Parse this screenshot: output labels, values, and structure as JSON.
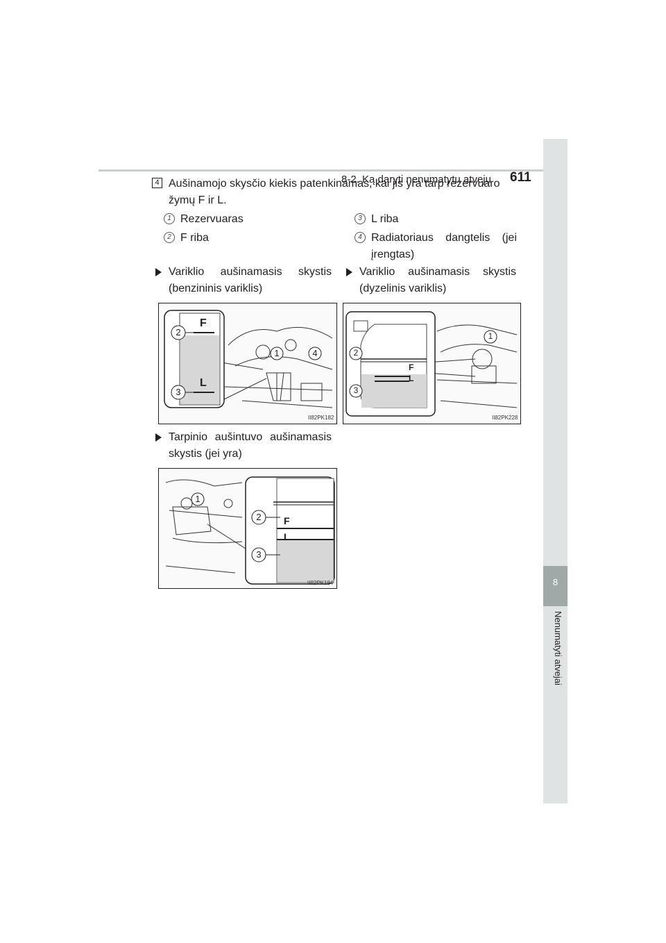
{
  "header": {
    "section": "8-2. Ką daryti nenumatytu atveju",
    "page_number": "611"
  },
  "side_tab": {
    "number": "8",
    "label": "Nenumatyti atvejai"
  },
  "step": {
    "number": "4",
    "text_line1": "Aušinamojo skysčio kiekis patenkinamas, kai jis yra tarp rezervuaro",
    "text_line2": "žymų F ir L."
  },
  "legend": [
    {
      "num": "1",
      "text": "Rezervuaras"
    },
    {
      "num": "2",
      "text": "F riba"
    },
    {
      "num": "3",
      "text": "L riba"
    },
    {
      "num": "4",
      "text_line1": "Radiatoriaus dangtelis (jei",
      "text_line2": "įrengtas)"
    }
  ],
  "bullets": [
    {
      "line1": "Variklio aušinamasis skystis",
      "line2": "(benzininis variklis)"
    },
    {
      "line1": "Variklio aušinamasis skystis",
      "line2": "(dyzelinis variklis)"
    },
    {
      "line1": "Tarpinio aušintuvo aušinamasis",
      "line2": "skystis (jei yra)"
    }
  ],
  "figures": [
    {
      "code": "II82PK182",
      "marks": {
        "F": "F",
        "L": "L"
      },
      "callouts": [
        "1",
        "2",
        "3",
        "4"
      ]
    },
    {
      "code": "II82PK228",
      "marks": {
        "F": "F",
        "L": "L"
      },
      "callouts": [
        "1",
        "2",
        "3"
      ]
    },
    {
      "code": "II82PK184",
      "marks": {
        "F": "F",
        "L": "L"
      },
      "callouts": [
        "1",
        "2",
        "3"
      ]
    }
  ]
}
